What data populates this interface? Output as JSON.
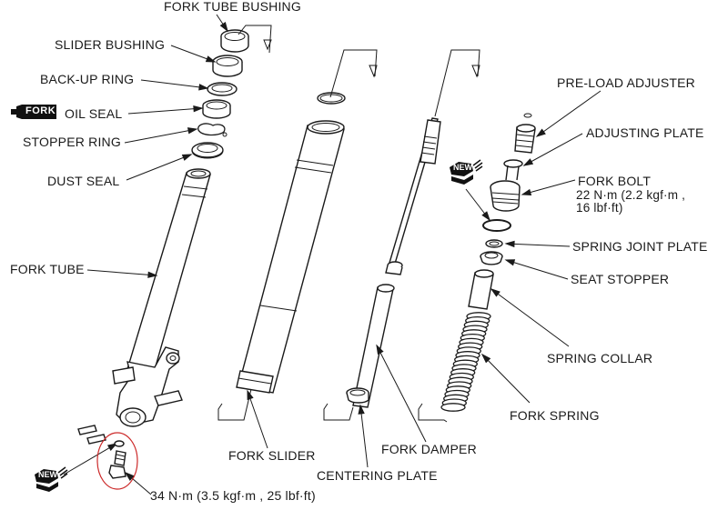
{
  "diagram": {
    "type": "exploded-parts-diagram",
    "subject": "front fork assembly",
    "labels": {
      "fork_tube_bushing": "FORK TUBE BUSHING",
      "slider_bushing": "SLIDER BUSHING",
      "back_up_ring": "BACK-UP RING",
      "oil_seal": "OIL SEAL",
      "stopper_ring": "STOPPER RING",
      "dust_seal": "DUST SEAL",
      "fork_tube": "FORK TUBE",
      "fork_slider": "FORK SLIDER",
      "fork_damper": "FORK DAMPER",
      "centering_plate": "CENTERING PLATE",
      "pre_load_adjuster": "PRE-LOAD ADJUSTER",
      "adjusting_plate": "ADJUSTING PLATE",
      "fork_bolt": "FORK BOLT",
      "fork_bolt_torque_line1": "22 N·m (2.2 kgf·m ,",
      "fork_bolt_torque_line2": " 16 lbf·ft)",
      "spring_joint_plate": "SPRING JOINT PLATE",
      "seat_stopper": "SEAT STOPPER",
      "spring_collar": "SPRING COLLAR",
      "fork_spring": "FORK SPRING",
      "socket_bolt_torque": "34 N·m (3.5 kgf·m , 25 lbf·ft)"
    },
    "badges": {
      "fork_oil_tube": "FORK",
      "new_part": "NEW"
    },
    "highlight": {
      "target": "socket bolt and sealing washer",
      "color": "#cc2a2a"
    }
  }
}
